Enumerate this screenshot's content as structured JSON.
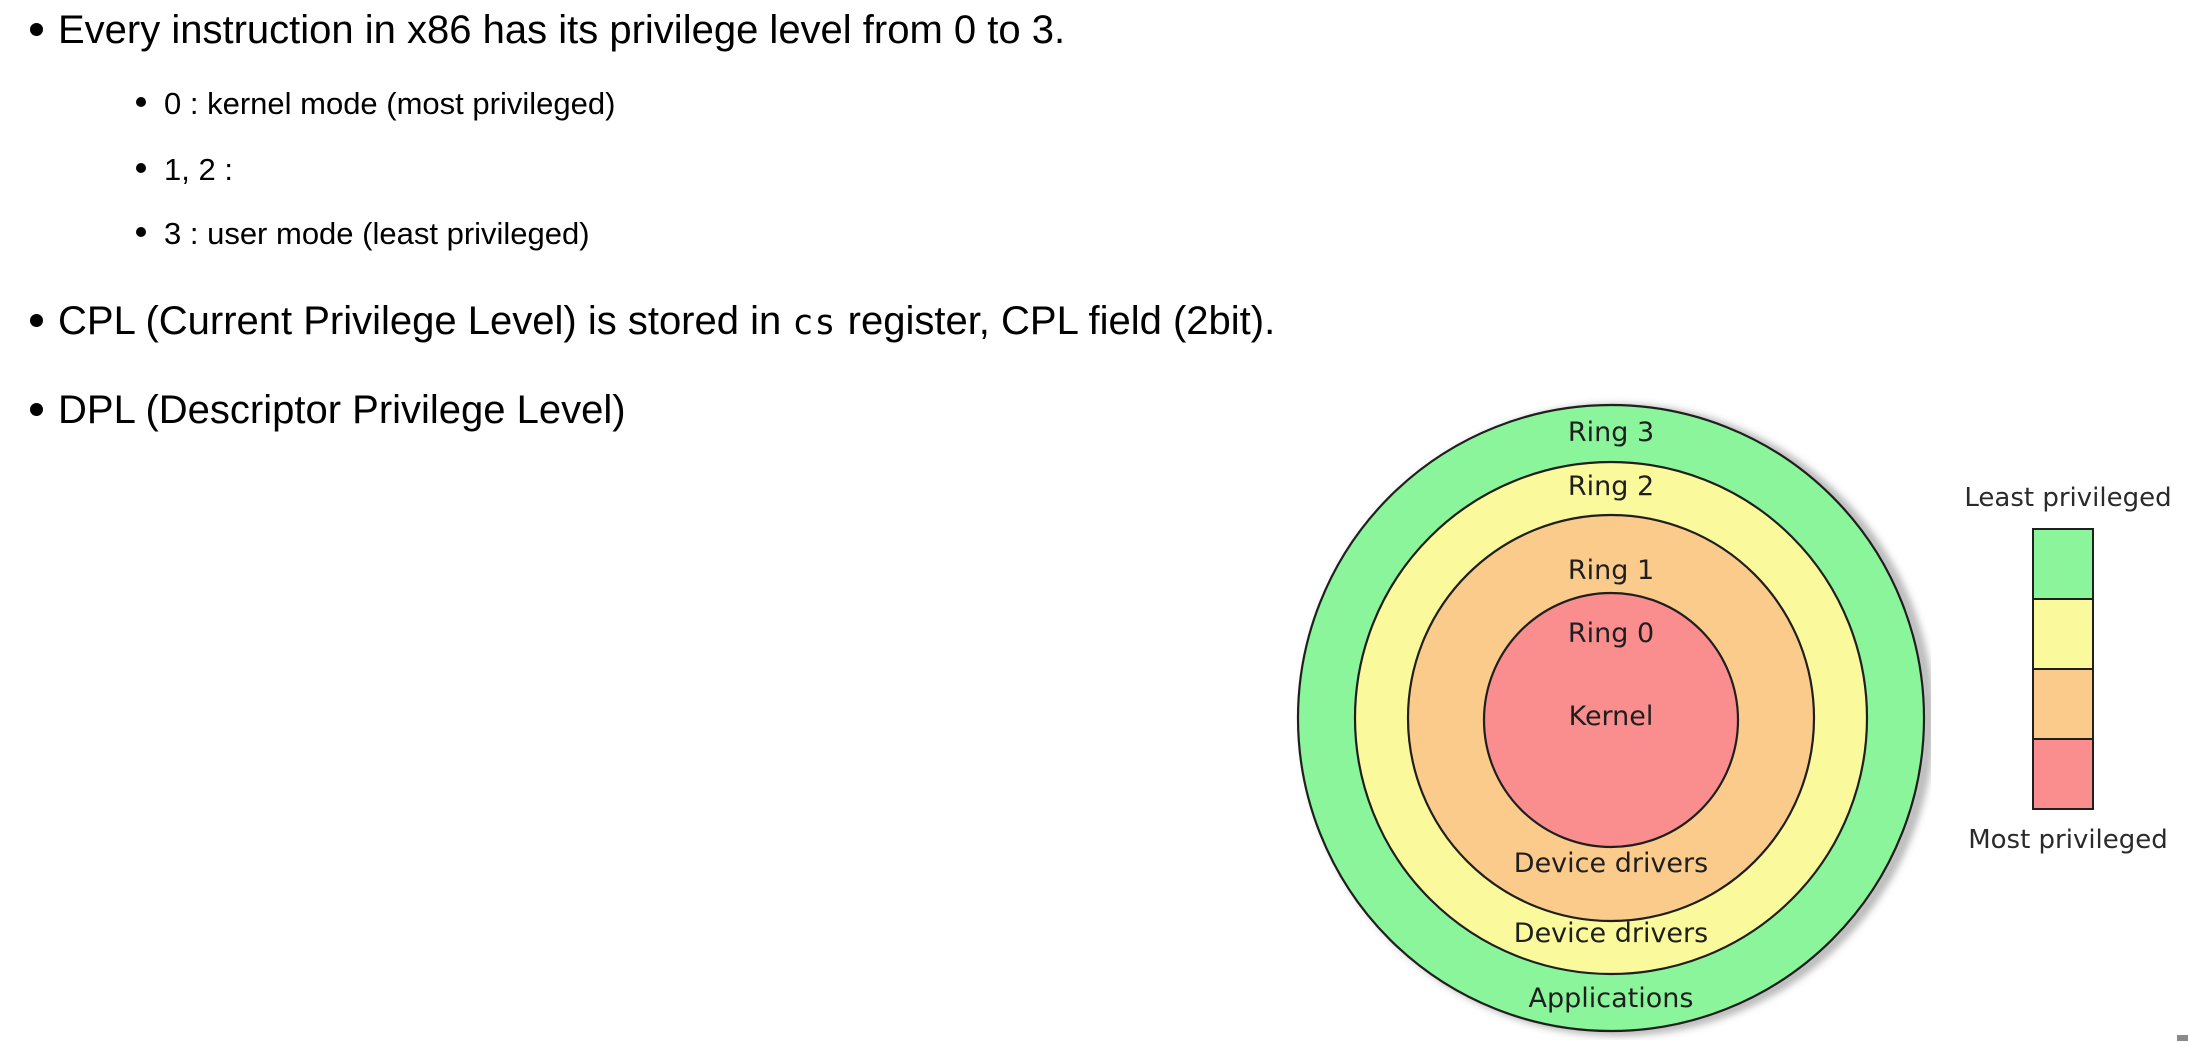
{
  "bullets": {
    "b1": "Every instruction in x86 has its privilege level from 0 to 3.",
    "b1_sub1": "0 : kernel mode (most privileged)",
    "b1_sub2": "1, 2 :",
    "b1_sub3": "3 : user mode (least privileged)",
    "b2_pre": "CPL (Current Privilege Level) is stored in ",
    "b2_code": "cs",
    "b2_post": " register, CPL field (2bit).",
    "b3": "DPL (Descriptor Privilege Level)"
  },
  "diagram": {
    "ring_labels": {
      "ring3": "Ring 3",
      "ring2": "Ring 2",
      "ring1": "Ring 1",
      "ring0": "Ring 0"
    },
    "role_labels": {
      "kernel": "Kernel",
      "drivers_ring1": "Device drivers",
      "drivers_ring2": "Device drivers",
      "applications": "Applications"
    },
    "colors": {
      "ring3_green": "#8BF59B",
      "ring2_yellow": "#FAF99B",
      "ring1_orange": "#FBCB8C",
      "ring0_red": "#FA8D8D",
      "outline": "#1f1f1f"
    },
    "legend": {
      "least": "Least privileged",
      "most": "Most privileged"
    }
  }
}
